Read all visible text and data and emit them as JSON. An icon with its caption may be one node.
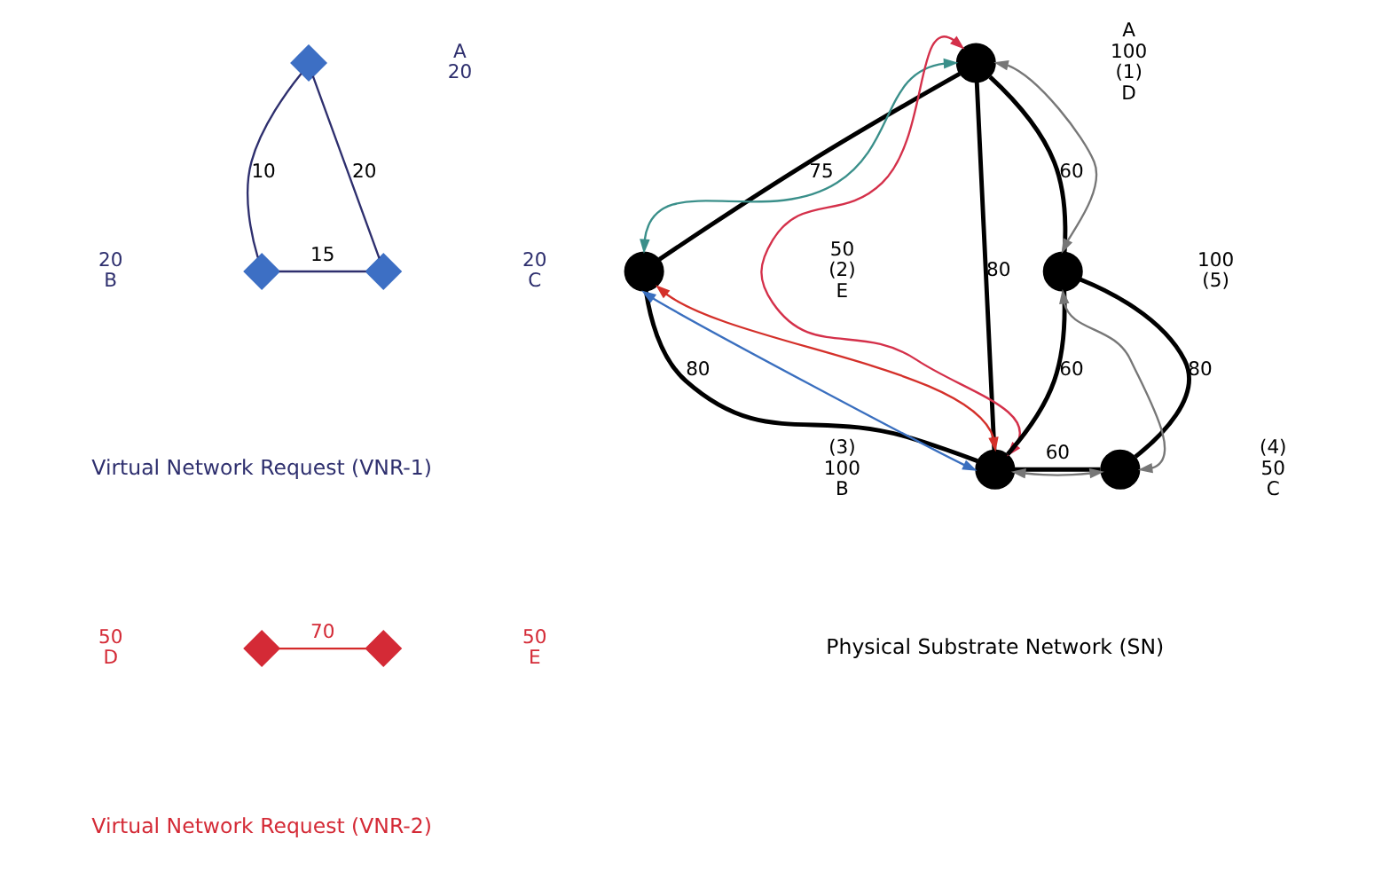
{
  "diagram": {
    "nodes": [
      {
        "text": [],
        "shape": "diamond",
        "beside": [
          "A",
          "20"
        ]
      },
      {
        "text": [],
        "shape": "diamond",
        "beside": [
          "20",
          "B"
        ]
      },
      {
        "text": [],
        "shape": "diamond",
        "beside": [
          "20",
          "C"
        ]
      },
      {
        "text": [],
        "shape": "diamond",
        "beside": [
          "50",
          "D"
        ]
      },
      {
        "text": [],
        "shape": "diamond",
        "beside": [
          "50",
          "E"
        ]
      },
      {
        "text": [],
        "shape": "circle",
        "beside": [
          "A",
          "100",
          "(1)",
          "D"
        ]
      },
      {
        "text": [],
        "shape": "circle",
        "beside": [
          "50",
          "(2)",
          "E"
        ]
      },
      {
        "text": [],
        "shape": "circle",
        "beside": [
          "(3)",
          "100",
          "B"
        ]
      },
      {
        "text": [],
        "shape": "circle",
        "beside": [
          "(4)",
          "50",
          "C"
        ]
      },
      {
        "text": [],
        "shape": "circle",
        "beside": [
          "100",
          "(5)"
        ]
      }
    ],
    "edges": [
      {
        "from": 0,
        "to": 1,
        "arrow": "none",
        "label": "10",
        "color": "#2e2f6e"
      },
      {
        "from": 0,
        "to": 2,
        "arrow": "none",
        "label": "20",
        "color": "#2e2f6e"
      },
      {
        "from": 1,
        "to": 2,
        "arrow": "none",
        "label": "15",
        "color": "#2e2f6e"
      },
      {
        "from": 3,
        "to": 4,
        "arrow": "none",
        "label": "70",
        "color": "#d42a2a"
      },
      {
        "from": 5,
        "to": 6,
        "arrow": "none",
        "label": "75"
      },
      {
        "from": 5,
        "to": 9,
        "arrow": "none",
        "label": "60"
      },
      {
        "from": 5,
        "to": 7,
        "arrow": "none",
        "label": "80"
      },
      {
        "from": 6,
        "to": 7,
        "arrow": "none",
        "label": "80"
      },
      {
        "from": 7,
        "to": 9,
        "arrow": "none",
        "label": "60"
      },
      {
        "from": 7,
        "to": 8,
        "arrow": "none",
        "label": "60"
      },
      {
        "from": 8,
        "to": 9,
        "arrow": "none",
        "label": "80"
      },
      {
        "from": 5,
        "to": 6,
        "arrow": "both",
        "color": "#3a8f8a"
      },
      {
        "from": 5,
        "to": 9,
        "arrow": "both",
        "color": "#777777"
      },
      {
        "from": 9,
        "to": 8,
        "arrow": "both",
        "color": "#777777"
      },
      {
        "from": 7,
        "to": 8,
        "arrow": "both",
        "color": "#777777"
      },
      {
        "from": 6,
        "to": 7,
        "arrow": "both",
        "color": "#3a6fbf"
      },
      {
        "from": 5,
        "to": 7,
        "arrow": "both",
        "color": "#d4304a"
      },
      {
        "from": 6,
        "to": 7,
        "arrow": "both",
        "color": "#d4302a"
      }
    ],
    "labels": [
      "Virtual Network Request (VNR-1)",
      "Physical Substrate Network (SN)",
      "Virtual Network Request (VNR-2)"
    ]
  }
}
